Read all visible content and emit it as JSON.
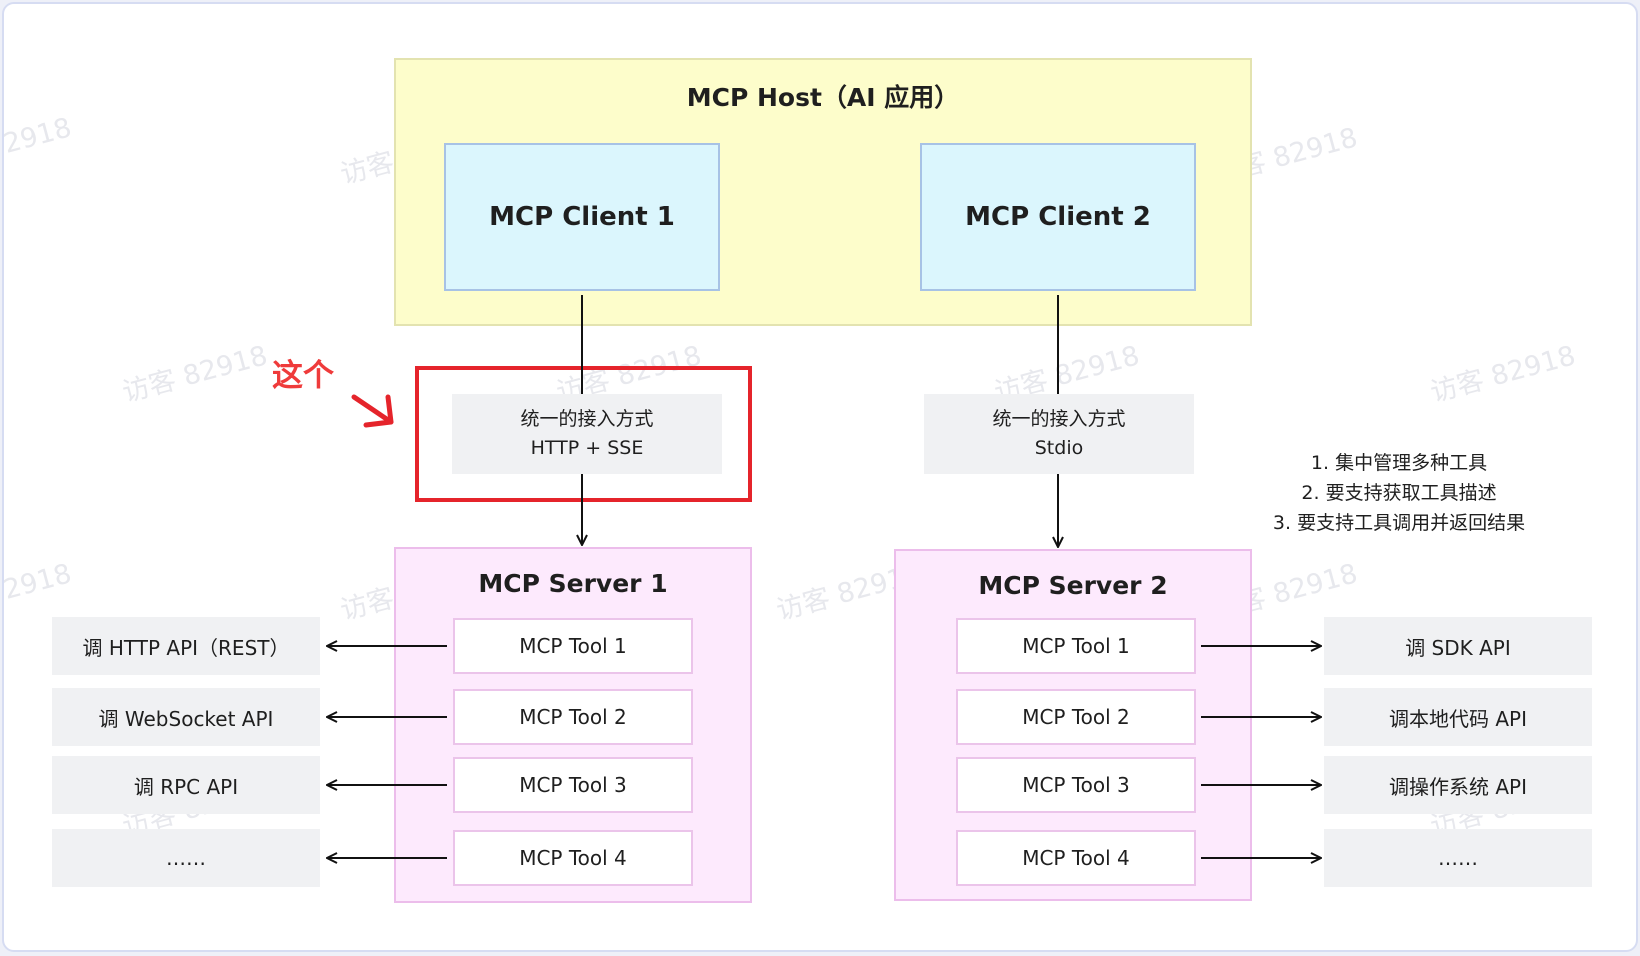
{
  "host": {
    "title": "MCP Host（AI 应用）"
  },
  "clients": [
    "MCP Client 1",
    "MCP Client 2"
  ],
  "access": [
    {
      "line1": "统一的接入方式",
      "line2": "HTTP + SSE"
    },
    {
      "line1": "统一的接入方式",
      "line2": "Stdio"
    }
  ],
  "annotation": {
    "label": "这个",
    "color": "#e5242b"
  },
  "servers": [
    {
      "title": "MCP Server 1",
      "tools": [
        "MCP Tool 1",
        "MCP Tool 2",
        "MCP Tool 3",
        "MCP Tool 4"
      ]
    },
    {
      "title": "MCP Server 2",
      "tools": [
        "MCP Tool 1",
        "MCP Tool 2",
        "MCP Tool 3",
        "MCP Tool 4"
      ]
    }
  ],
  "left_apis": [
    "调 HTTP API（REST）",
    "调 WebSocket API",
    "调 RPC API",
    "……"
  ],
  "right_apis": [
    "调 SDK API",
    "调本地代码 API",
    "调操作系统 API",
    "……"
  ],
  "notes": [
    "1. 集中管理多种工具",
    "2. 要支持获取工具描述",
    "3. 要支持工具调用并返回结果"
  ],
  "watermark": "访客 82918",
  "colors": {
    "host_fill": "#fdfdcb",
    "client_fill": "#dbf6fd",
    "server_fill": "#fdeafd",
    "access_fill": "#f0f1f3"
  }
}
